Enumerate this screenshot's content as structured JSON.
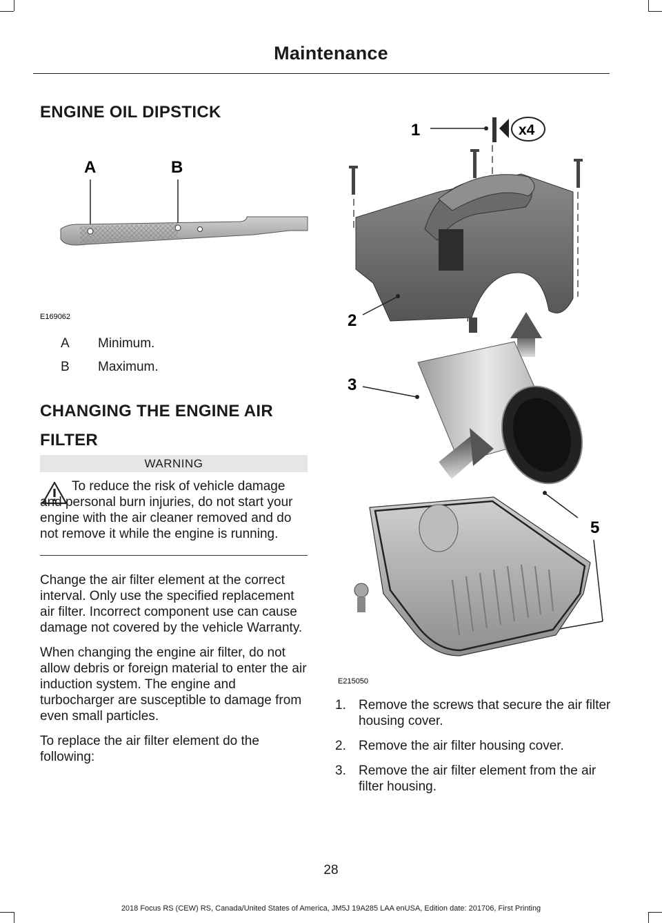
{
  "header": {
    "title": "Maintenance"
  },
  "dipstick": {
    "heading": "ENGINE OIL DIPSTICK",
    "figure_code": "E169062",
    "label_a": "A",
    "label_b": "B",
    "legend": [
      {
        "key": "A",
        "value": "Minimum."
      },
      {
        "key": "B",
        "value": "Maximum."
      }
    ]
  },
  "air_filter": {
    "heading_line1": "CHANGING THE ENGINE AIR",
    "heading_line2": "FILTER",
    "warning_label": "WARNING",
    "warning_text": "To reduce the risk of vehicle damage and personal burn injuries, do not start your engine with the air cleaner removed and do not remove it while the engine is running.",
    "para1": "Change the air filter element at the correct interval.  Only use the specified replacement air filter.  Incorrect component use can cause damage not covered by the vehicle Warranty.",
    "para2": "When changing the engine air filter, do not allow debris or foreign material to enter the air induction system.  The engine and turbocharger are susceptible to damage from even small particles.",
    "para3": "To replace the air filter element do the following:",
    "figure_code": "E215050",
    "callouts": {
      "c1": "1",
      "c2": "2",
      "c3": "3",
      "c5": "5",
      "x4": "x4"
    },
    "steps": [
      {
        "num": "1.",
        "text": "Remove the screws that secure the air filter housing cover."
      },
      {
        "num": "2.",
        "text": "Remove the air filter housing cover."
      },
      {
        "num": "3.",
        "text": "Remove the air filter element from the air filter housing."
      }
    ]
  },
  "page_number": "28",
  "footer": "2018 Focus RS (CEW) RS, Canada/United States of America, JM5J 19A285 LAA enUSA, Edition date: 201706, First Printing",
  "icons": [
    "warning-triangle-icon"
  ]
}
